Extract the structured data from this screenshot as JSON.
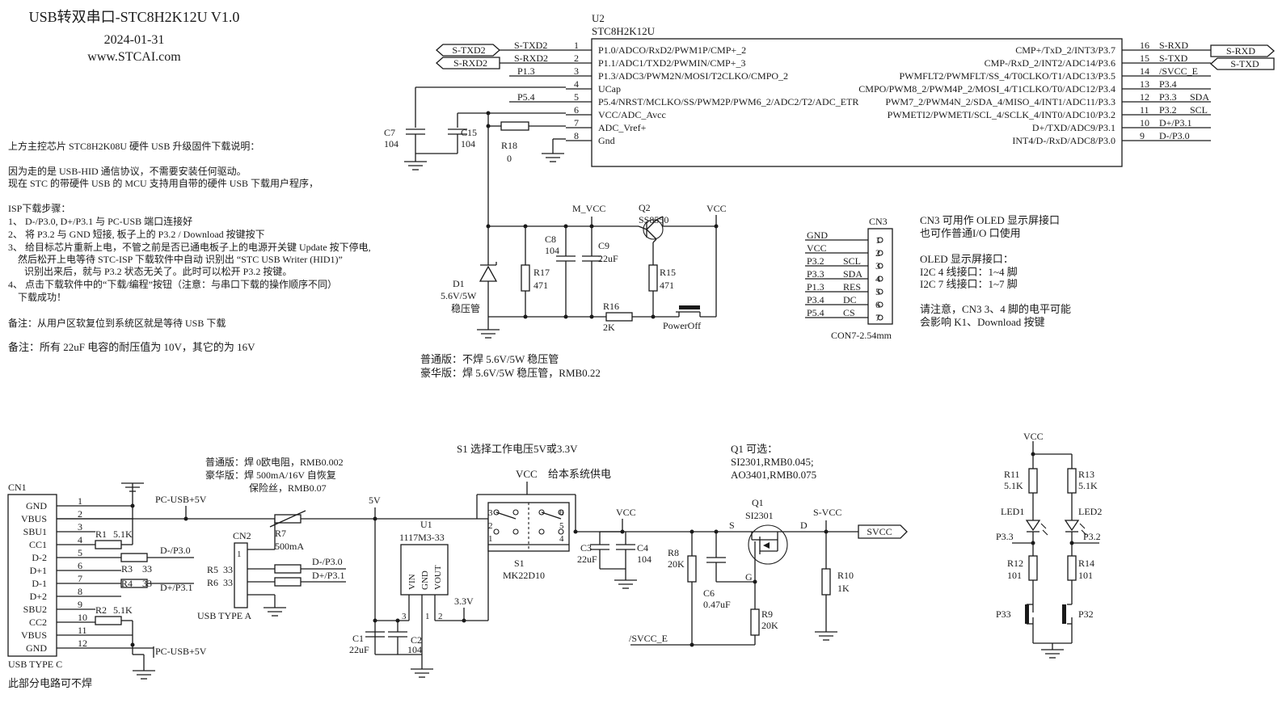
{
  "header": {
    "title": "USB转双串口-STC8H2K12U V1.0",
    "date": "2024-01-31",
    "website": "www.STCAI.com"
  },
  "instructions": {
    "intro": "上方主控芯片 STC8H2K08U 硬件 USB 升级固件下载说明：",
    "note1": "因为走的是 USB-HID 通信协议，不需要安装任何驱动。",
    "note2": "现在 STC 的带硬件 USB 的 MCU 支持用自带的硬件 USB 下载用户程序，",
    "isp_title": "ISP下载步骤：",
    "step1": "1、 D-/P3.0, D+/P3.1 与 PC-USB 端口连接好",
    "step2": "2、 将 P3.2 与 GND 短接, 板子上的 P3.2 / Download 按键按下",
    "step3a": "3、 给目标芯片重新上电，不管之前是否已通电板子上的电源开关键 Update 按下停电,",
    "step3b": "然后松开上电等待 STC-ISP 下载软件中自动 识别出 “STC USB Writer (HID1)”",
    "step3c": "识别出来后，就与 P3.2 状态无关了。此时可以松开 P3.2 按键。",
    "step4a": "4、 点击下载软件中的“下载/编程”按钮（注意：与串口下载的操作顺序不同）",
    "step4b": "下载成功！",
    "remark1": "备注：从用户区软复位到系统区就是等待 USB 下载",
    "remark2": "备注：所有 22uF 电容的耐压值为 10V，其它的为 16V"
  },
  "mcu": {
    "ref": "U2",
    "part": "STC8H2K12U",
    "left_pins": [
      {
        "num": "1",
        "name": "P1.0/ADCO/RxD2/PWM1P/CMP+_2",
        "net": "S-TXD2"
      },
      {
        "num": "2",
        "name": "P1.1/ADC1/TXD2/PWMIN/CMP+_3",
        "net": "S-RXD2"
      },
      {
        "num": "3",
        "name": "P1.3/ADC3/PWM2N/MOSI/T2CLKO/CMPO_2",
        "net": "P1.3"
      },
      {
        "num": "4",
        "name": "UCap",
        "net": ""
      },
      {
        "num": "5",
        "name": "P5.4/NRST/MCLKO/SS/PWM2P/PWM6_2/ADC2/T2/ADC_ETR",
        "net": "P5.4"
      },
      {
        "num": "6",
        "name": "VCC/ADC_Avcc",
        "net": ""
      },
      {
        "num": "7",
        "name": "ADC_Vref+",
        "net": ""
      },
      {
        "num": "8",
        "name": "Gnd",
        "net": ""
      }
    ],
    "right_pins": [
      {
        "num": "16",
        "name": "CMP+/TxD_2/INT3/P3.7",
        "net": "S-RXD",
        "extra": ""
      },
      {
        "num": "15",
        "name": "CMP-/RxD_2/INT2/ADC14/P3.6",
        "net": "S-TXD",
        "extra": ""
      },
      {
        "num": "14",
        "name": "PWMFLT2/PWMFLT/SS_4/T0CLKO/T1/ADC13/P3.5",
        "net": "/SVCC_E",
        "extra": ""
      },
      {
        "num": "13",
        "name": "CMPO/PWM8_2/PWM4P_2/MOSI_4/T1CLKO/T0/ADC12/P3.4",
        "net": "P3.4",
        "extra": ""
      },
      {
        "num": "12",
        "name": "PWM7_2/PWM4N_2/SDA_4/MISO_4/INT1/ADC11/P3.3",
        "net": "P3.3",
        "extra": "SDA"
      },
      {
        "num": "11",
        "name": "PWMETI2/PWMETI/SCL_4/SCLK_4/INT0/ADC10/P3.2",
        "net": "P3.2",
        "extra": "SCL"
      },
      {
        "num": "10",
        "name": "D+/TXD/ADC9/P3.1",
        "net": "D+/P3.1",
        "extra": ""
      },
      {
        "num": "9",
        "name": "INT4/D-/RxD/ADC8/P3.0",
        "net": "D-/P3.0",
        "extra": ""
      }
    ]
  },
  "ports": {
    "s_txd2": "S-TXD2",
    "s_rxd2": "S-RXD2",
    "s_rxd": "S-RXD",
    "s_txd": "S-TXD",
    "svcc": "SVCC"
  },
  "power_section": {
    "c7_ref": "C7",
    "c7_val": "104",
    "c15_ref": "C15",
    "c15_val": "104",
    "r18_ref": "R18",
    "r18_val": "0",
    "mvcc": "M_VCC",
    "q2_ref": "Q2",
    "q2_part": "SS8550",
    "vcc": "VCC",
    "c8_ref": "C8",
    "c8_val": "104",
    "c9_ref": "C9",
    "c9_val": "22uF",
    "r17_ref": "R17",
    "r17_val": "471",
    "r15_ref": "R15",
    "r15_val": "471",
    "d1_ref": "D1",
    "d1_val": "5.6V/5W",
    "d1_desc": "稳压管",
    "r16_ref": "R16",
    "r16_val": "2K",
    "poweroff": "PowerOff",
    "note1": "普通版：不焊 5.6V/5W 稳压管",
    "note2": "豪华版：焊   5.6V/5W 稳压管，RMB0.22"
  },
  "cn3": {
    "ref": "CN3",
    "footprint": "CON7-2.54mm",
    "pins": [
      {
        "num": "1",
        "net": "GND",
        "func": ""
      },
      {
        "num": "2",
        "net": "VCC",
        "func": ""
      },
      {
        "num": "3",
        "net": "P3.2",
        "func": "SCL"
      },
      {
        "num": "4",
        "net": "P3.3",
        "func": "SDA"
      },
      {
        "num": "5",
        "net": "P1.3",
        "func": "RES"
      },
      {
        "num": "6",
        "net": "P3.4",
        "func": "DC"
      },
      {
        "num": "7",
        "net": "P5.4",
        "func": "CS"
      }
    ],
    "note1": "CN3 可用作 OLED 显示屏接口",
    "note2": "也可作普通I/O 口使用",
    "note3": "OLED 显示屏接口：",
    "note4": "I2C 4 线接口：1~4 脚",
    "note5": "I2C 7 线接口：1~7 脚",
    "note6": "请注意，CN3  3、4 脚的电平可能",
    "note7": "会影响 K1、Download 按键"
  },
  "usb_c": {
    "ref": "CN1",
    "type": "USB TYPE C",
    "footnote": "此部分电路可不焊",
    "pins": [
      {
        "num": "1",
        "name": "GND"
      },
      {
        "num": "2",
        "name": "VBUS"
      },
      {
        "num": "3",
        "name": "SBU1"
      },
      {
        "num": "4",
        "name": "CC1"
      },
      {
        "num": "5",
        "name": "D-2"
      },
      {
        "num": "6",
        "name": "D+1"
      },
      {
        "num": "7",
        "name": "D-1"
      },
      {
        "num": "8",
        "name": "D+2"
      },
      {
        "num": "9",
        "name": "SBU2"
      },
      {
        "num": "10",
        "name": "CC2"
      },
      {
        "num": "11",
        "name": "VBUS"
      },
      {
        "num": "12",
        "name": "GND"
      }
    ],
    "pc_usb_5v": "PC-USB+5V",
    "r1_ref": "R1",
    "r1_val": "5.1K",
    "r2_ref": "R2",
    "r2_val": "5.1K",
    "r3_ref": "R3",
    "r3_val": "33",
    "r4_ref": "R4",
    "r4_val": "33",
    "dminus": "D-/P3.0",
    "dplus": "D+/P3.1"
  },
  "usb_a": {
    "ref": "CN2",
    "type": "USB TYPE A",
    "pin1": "1",
    "r5_ref": "R5",
    "r5_val": "33",
    "r6_ref": "R6",
    "r6_val": "33",
    "dminus": "D-/P3.0",
    "dplus": "D+/P3.1"
  },
  "fuse": {
    "note1": "普通版：焊 0欧电阻，RMB0.002",
    "note2": "豪华版：焊 500mA/16V 自恢复",
    "note3": "保险丝，RMB0.07",
    "ref": "R7",
    "val": "500mA",
    "net_5v": "5V"
  },
  "ldo": {
    "ref": "U1",
    "part": "1117M3-33",
    "pin_vin": "VIN",
    "pin_gnd": "GND",
    "pin_vout": "VOUT",
    "pin1": "1",
    "pin2": "2",
    "pin3": "3",
    "v33": "3.3V",
    "c1_ref": "C1",
    "c1_val": "22uF",
    "c2_ref": "C2",
    "c2_val": "104"
  },
  "switch": {
    "title": "S1 选择工作电压5V或3.3V",
    "vcc": "VCC",
    "vcc_desc": "给本系统供电",
    "ref": "S1",
    "part": "MK22D10",
    "pins": [
      "1",
      "2",
      "3",
      "4",
      "5",
      "6"
    ]
  },
  "output": {
    "vcc": "VCC",
    "c3_ref": "C3",
    "c3_val": "22uF",
    "c4_ref": "C4",
    "c4_val": "104",
    "r8_ref": "R8",
    "r8_val": "20K",
    "c6_ref": "C6",
    "c6_val": "0.47uF",
    "r9_ref": "R9",
    "r9_val": "20K",
    "q1_note1": "Q1 可选：",
    "q1_note2": "SI2301,RMB0.045;",
    "q1_note3": "AO3401,RMB0.075",
    "q1_ref": "Q1",
    "q1_part": "SI2301",
    "pin_s": "S",
    "pin_d": "D",
    "pin_g": "G",
    "s_vcc": "S-VCC",
    "r10_ref": "R10",
    "r10_val": "1K",
    "svcc_e": "/SVCC_E"
  },
  "leds": {
    "vcc": "VCC",
    "r11_ref": "R11",
    "r11_val": "5.1K",
    "r13_ref": "R13",
    "r13_val": "5.1K",
    "led1": "LED1",
    "led2": "LED2",
    "p33": "P3.3",
    "p32": "P3.2",
    "r12_ref": "R12",
    "r12_val": "101",
    "r14_ref": "R14",
    "r14_val": "101",
    "key1": "P33",
    "key2": "P32"
  }
}
